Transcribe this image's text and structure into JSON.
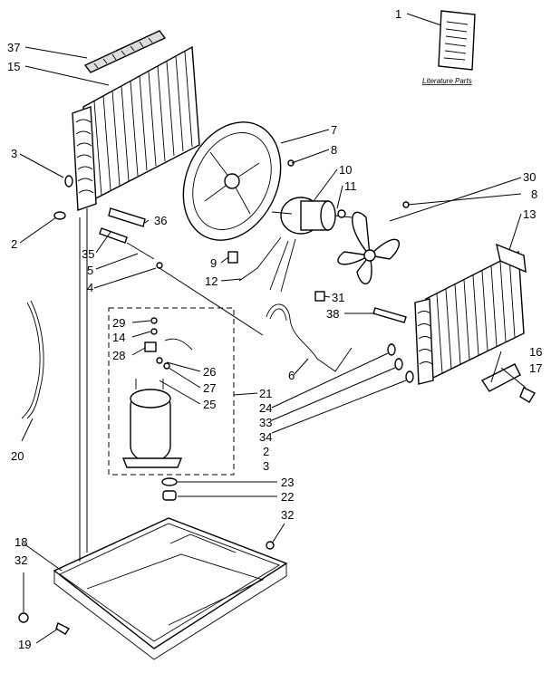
{
  "literature_caption": "Literature Parts",
  "callouts": [
    {
      "id": "c1",
      "text": "1"
    },
    {
      "id": "c37",
      "text": "37"
    },
    {
      "id": "c15",
      "text": "15"
    },
    {
      "id": "c3a",
      "text": "3"
    },
    {
      "id": "c2a",
      "text": "2"
    },
    {
      "id": "c35",
      "text": "35"
    },
    {
      "id": "c5",
      "text": "5"
    },
    {
      "id": "c4",
      "text": "4"
    },
    {
      "id": "c36",
      "text": "36"
    },
    {
      "id": "c7",
      "text": "7"
    },
    {
      "id": "c8a",
      "text": "8"
    },
    {
      "id": "c10",
      "text": "10"
    },
    {
      "id": "c11",
      "text": "11"
    },
    {
      "id": "c30",
      "text": "30"
    },
    {
      "id": "c8b",
      "text": "8"
    },
    {
      "id": "c13",
      "text": "13"
    },
    {
      "id": "c9",
      "text": "9"
    },
    {
      "id": "c12",
      "text": "12"
    },
    {
      "id": "c31",
      "text": "31"
    },
    {
      "id": "c38",
      "text": "38"
    },
    {
      "id": "c29",
      "text": "29"
    },
    {
      "id": "c14",
      "text": "14"
    },
    {
      "id": "c28",
      "text": "28"
    },
    {
      "id": "c26",
      "text": "26"
    },
    {
      "id": "c27",
      "text": "27"
    },
    {
      "id": "c25",
      "text": "25"
    },
    {
      "id": "c6",
      "text": "6"
    },
    {
      "id": "c21",
      "text": "21"
    },
    {
      "id": "c24",
      "text": "24"
    },
    {
      "id": "c33",
      "text": "33"
    },
    {
      "id": "c34",
      "text": "34"
    },
    {
      "id": "c2b",
      "text": "2"
    },
    {
      "id": "c3b",
      "text": "3"
    },
    {
      "id": "c16",
      "text": "16"
    },
    {
      "id": "c17",
      "text": "17"
    },
    {
      "id": "c20",
      "text": "20"
    },
    {
      "id": "c23",
      "text": "23"
    },
    {
      "id": "c22",
      "text": "22"
    },
    {
      "id": "c18",
      "text": "18"
    },
    {
      "id": "c32a",
      "text": "32"
    },
    {
      "id": "c32b",
      "text": "32"
    },
    {
      "id": "c19",
      "text": "19"
    }
  ]
}
